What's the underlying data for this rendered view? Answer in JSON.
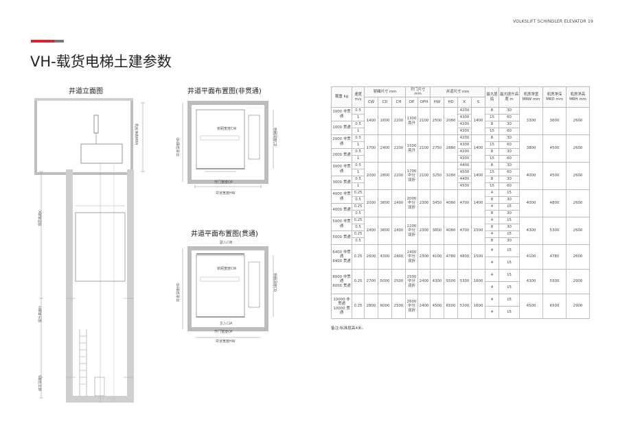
{
  "header": {
    "brand": "VOLKSLIFT SCHINDLER ELEVATOR 19"
  },
  "title": "VH-载货电梯土建参数",
  "figures": {
    "elevation_title": "井道立面图",
    "plan_non_through_title": "井道平面布置图(非贯通)",
    "plan_through_title": "井道平面布置图(贯通)"
  },
  "labels": {
    "mrh": "机房净高MRH",
    "k": "顶层高度K",
    "h": "提升高度H",
    "s": "底坑深度S",
    "hd": "井道深度HD",
    "cd": "轿厢深度CD",
    "cw": "轿厢宽度CW",
    "op": "开门宽度OP",
    "hw": "井道宽度HW",
    "entrance_a": "主入口A",
    "entrance_b": "副入口B"
  },
  "table": {
    "headers": {
      "load": "载重 kg",
      "speed": "速度 m/s",
      "car": "轿厢尺寸 mm",
      "door": "开门尺寸 mm",
      "shaft": "井道尺寸 mm",
      "floors": "最大层站",
      "travel": "最大提升高度 m",
      "mrw": "机房净宽 MRW mm",
      "mrd": "机房净深 MRD mm",
      "mrh": "机房净高 MRH mm"
    },
    "sub_headers": [
      "CW",
      "CD",
      "CH",
      "OP",
      "OPH",
      "HW",
      "HD",
      "K",
      "S"
    ],
    "groups": [
      {
        "load": "1000 非贯通",
        "load2": "1000 贯通",
        "speeds": [
          "0.5",
          "1",
          "0.5",
          "1"
        ],
        "k": [
          "4200",
          "4300",
          "4200",
          "4300"
        ],
        "floors": [
          "8",
          "15",
          "8",
          "15"
        ],
        "travel": [
          "30",
          "60",
          "30",
          "60"
        ],
        "cw": "1400",
        "cd": "1600",
        "ch": "2200",
        "op": "1300 旁开",
        "oph": "2100",
        "hw": "2500",
        "hd": "2080",
        "s": "1400",
        "mrw": "3300",
        "mrd": "3600",
        "mrh": "2600"
      },
      {
        "load": "2000 非贯通",
        "load2": "2000 贯通",
        "speeds": [
          "0.5",
          "1",
          "0.5",
          "1"
        ],
        "k": [
          "4200",
          "4300",
          "4200",
          "4300"
        ],
        "floors": [
          "8",
          "15",
          "8",
          "15"
        ],
        "travel": [
          "30",
          "60",
          "30",
          "60"
        ],
        "cw": "1700",
        "cd": "2400",
        "ch": "2200",
        "op": "1500 旁开",
        "oph": "2100",
        "hw": "2750",
        "hd": "2880",
        "s": "1400",
        "mrw": "3800",
        "mrd": "4500",
        "mrh": "2600"
      },
      {
        "load": "3000 非贯通",
        "load2": "3000 贯通",
        "speeds": [
          "0.5",
          "1",
          "0.5",
          "1"
        ],
        "k": [
          "4400",
          "4500",
          "4400",
          "4500"
        ],
        "floors": [
          "8",
          "15",
          "8",
          "15"
        ],
        "travel": [
          "30",
          "60",
          "30",
          "60"
        ],
        "cw": "2000",
        "cd": "2800",
        "ch": "2200",
        "op": "1700 中分 双折",
        "oph": "2100",
        "hw": "3250",
        "hd": "3280",
        "s": "1400",
        "mrw": "4000",
        "mrd": "4500",
        "mrh": "2600"
      },
      {
        "load": "4000 非贯通",
        "load2": "4000 贯通",
        "speeds": [
          "0.25",
          "0.5",
          "0.25",
          "0.5"
        ],
        "k": [
          "",
          "",
          "",
          ""
        ],
        "floors": [
          "4",
          "8",
          "4",
          "8"
        ],
        "travel": [
          "15",
          "30",
          "15",
          "30"
        ],
        "cw": "2000",
        "cd": "3600",
        "ch": "2400",
        "op": "2000 中分 双折",
        "oph": "2300",
        "hw": "3450",
        "hd": "4080",
        "s": "1400",
        "mrw": "4000",
        "mrd": "4800",
        "mrh": "2600",
        "k_merged": "4700"
      },
      {
        "load": "5000 非贯通",
        "load2": "5000 贯通",
        "speeds": [
          "0.25",
          "0.5",
          "0.25",
          "0.5"
        ],
        "k": [
          "",
          "",
          "",
          ""
        ],
        "floors": [
          "4",
          "8",
          "4",
          "8"
        ],
        "travel": [
          "15",
          "30",
          "15",
          "30"
        ],
        "cw": "2400",
        "cd": "3600",
        "ch": "2400",
        "op": "2200 中分 双折",
        "oph": "2300",
        "hw": "3800",
        "hd": "4080",
        "s": "1500",
        "mrw": "4300",
        "mrd": "5300",
        "mrh": "2600",
        "k_merged": "4700"
      }
    ],
    "big_groups": [
      {
        "load": "6400 非贯通",
        "load2": "6400 贯通",
        "speed": "0.25",
        "cw": "2600",
        "cd": "4300",
        "ch": "2400",
        "op": "2400 中分 双折",
        "oph": "2300",
        "hw": "4100",
        "hd": "4780",
        "k": "4800",
        "s": "1500",
        "floors": [
          "4",
          "4"
        ],
        "travel": [
          "15",
          "15"
        ],
        "mrw": "4100",
        "mrd": "4780",
        "mrh": "2600"
      },
      {
        "load": "8000 非贯通",
        "load2": "8000 贯通",
        "speed": "0.25",
        "cw": "2700",
        "cd": "5000",
        "ch": "2500",
        "op": "2500 中分 双折",
        "oph": "2400",
        "hw": "4300",
        "hd": "5500",
        "k": "5300",
        "s": "1600",
        "floors": [
          "4",
          "4"
        ],
        "travel": [
          "15",
          "15"
        ],
        "mrw": "4300",
        "mrd": "5500",
        "mrh": "2900"
      },
      {
        "load": "10000 非贯通",
        "load2": "10000 贯通",
        "speed": "0.25",
        "cw": "2800",
        "cd": "6000",
        "ch": "2500",
        "op": "2600 中分 双折",
        "oph": "2400",
        "hw": "4500",
        "hd": "6500",
        "k": "5300",
        "s": "1600",
        "floors": [
          "4",
          "4"
        ],
        "travel": [
          "15",
          "15"
        ],
        "mrw": "4500",
        "mrd": "6500",
        "mrh": "2900"
      }
    ],
    "note": "备注:标准层高4米。"
  },
  "colors": {
    "accent_red": "#d8262f",
    "accent_grey": "#777777",
    "wall": "#c9c9c9"
  }
}
